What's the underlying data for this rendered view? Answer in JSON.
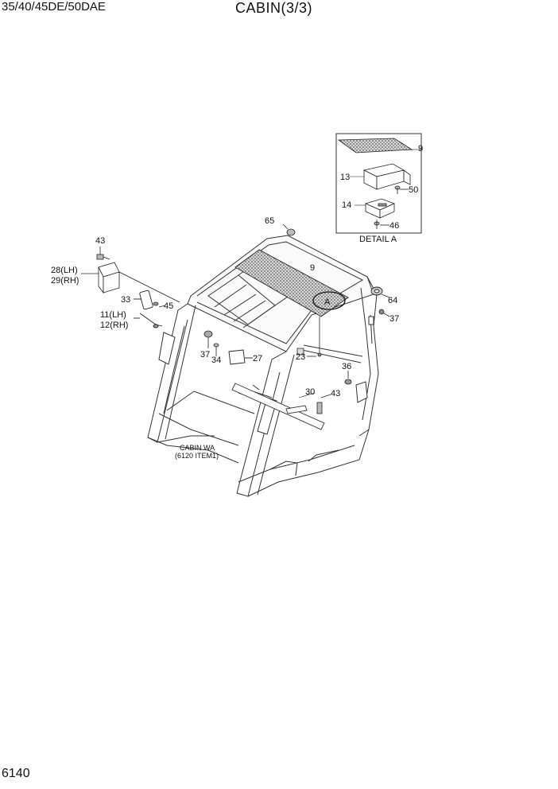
{
  "header": {
    "model": "35/40/45DE/50DAE",
    "title": "CABIN(3/3)"
  },
  "page_number": "6140",
  "detail": {
    "caption": "DETAIL A",
    "marker": "A"
  },
  "note": {
    "line1": "CABIN WA",
    "line2": "(6120 ITEM1)"
  },
  "callouts": {
    "c9_detail": "9",
    "c13": "13",
    "c50": "50",
    "c14": "14",
    "c46": "46",
    "c65": "65",
    "c43_top": "43",
    "c28": "28(LH)",
    "c29": "29(RH)",
    "c9_main": "9",
    "c33": "33",
    "c45": "45",
    "c11": "11(LH)",
    "c12": "12(RH)",
    "c64": "64",
    "c37_right": "37",
    "c37_left": "37",
    "c34": "34",
    "c27": "27",
    "c23": "23",
    "c36": "36",
    "c30": "30",
    "c43_mid": "43"
  }
}
